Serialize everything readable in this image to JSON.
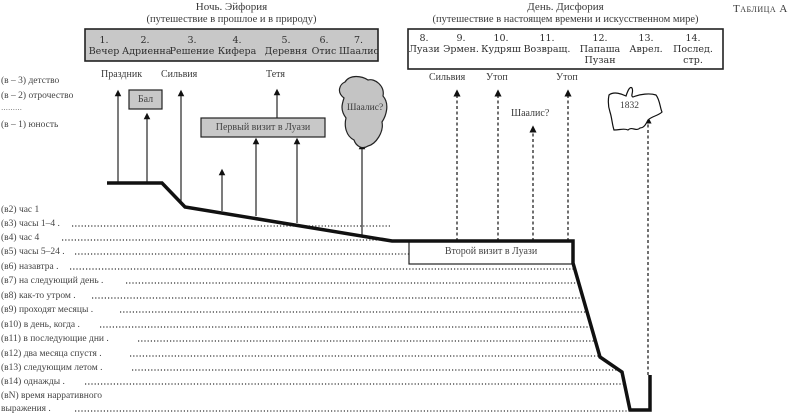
{
  "table_label": "Таблица А",
  "night": {
    "title": "Ночь. Эйфория",
    "subtitle": "(путешествие в прошлое и в природу)",
    "fill_color": "#c8c8c8",
    "chapters": [
      {
        "num": "1.",
        "name": "Вечер"
      },
      {
        "num": "2.",
        "name": "Адриенна"
      },
      {
        "num": "3.",
        "name": "Решение"
      },
      {
        "num": "4.",
        "name": "Кифера"
      },
      {
        "num": "5.",
        "name": "Деревня"
      },
      {
        "num": "6.",
        "name": "Отис"
      },
      {
        "num": "7.",
        "name": "Шаалис"
      }
    ]
  },
  "day": {
    "title": "День. Дисфория",
    "subtitle": "(путешествие в настоящем времени и искусственном мире)",
    "chapters": [
      {
        "num": "8.",
        "name": "Луази"
      },
      {
        "num": "9.",
        "name": "Эрмен."
      },
      {
        "num": "10.",
        "name": "Кудряш"
      },
      {
        "num": "11.",
        "name": "Возвращ."
      },
      {
        "num": "12.",
        "name": "Папаша",
        "name2": "Пузан"
      },
      {
        "num": "13.",
        "name": "Аврел."
      },
      {
        "num": "14.",
        "name": "Послед.",
        "name2": "стр."
      }
    ]
  },
  "past_levels": [
    {
      "label": "(в – 3) детство"
    },
    {
      "label": "(в – 2) отрочество"
    },
    {
      "label": "………"
    },
    {
      "label": "(в – 1) юность"
    }
  ],
  "time_levels": [
    {
      "label": "(в2) час 1"
    },
    {
      "label": "(в3) часы 1–4 ."
    },
    {
      "label": "(в4) час 4"
    },
    {
      "label": "(в5) часы 5–24 ."
    },
    {
      "label": "(в6) назавтра ."
    },
    {
      "label": "(в7) на следующий день ."
    },
    {
      "label": "(в8) как-то утром ."
    },
    {
      "label": "(в9) проходят месяцы ."
    },
    {
      "label": "(в10) в день, когда ."
    },
    {
      "label": "(в11) в последующие дни ."
    },
    {
      "label": "(в12) два месяца спустя ."
    },
    {
      "label": "(в13) следующим летом ."
    },
    {
      "label": "(в14) однажды ."
    },
    {
      "label": "(вN) время нарративного",
      "label2": "выражения ."
    }
  ],
  "memory_labels": {
    "prazdnik": "Праздник",
    "silvia_1": "Сильвия",
    "tetya": "Тетя",
    "bal": "Бал",
    "first_visit": "Первый визит в Луази",
    "shaalis_cloud": "Шаалис?",
    "silvia_2": "Сильвия",
    "utop_1": "Утоп",
    "shaalis_q": "Шаалис?",
    "utop_2": "Утоп",
    "year_1832": "1832",
    "second_visit": "Второй визит в Луази"
  }
}
